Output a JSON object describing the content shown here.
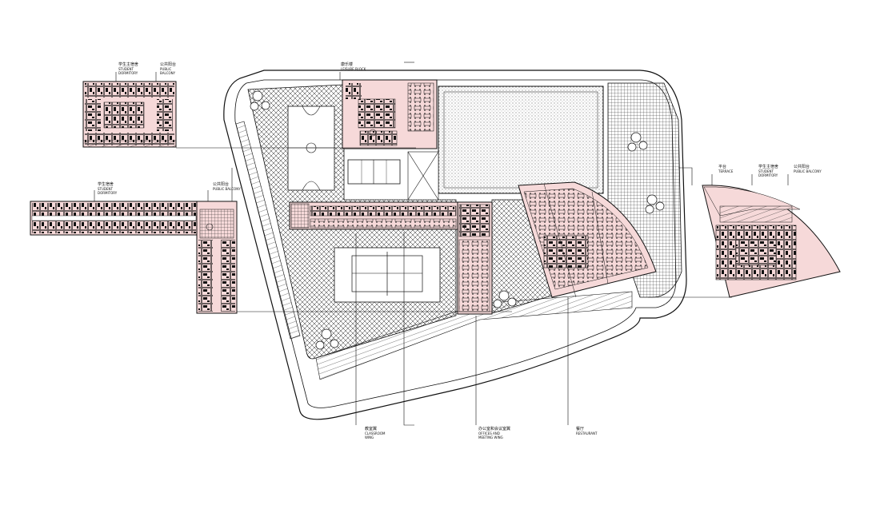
{
  "labels": {
    "student_dorm_cn": "学生主宿舍",
    "student_dorm_en": "STUDENT",
    "student_dorm_en2": "DORMITORY",
    "public_balcony_cn": "公共阳台",
    "public_balcony_en": "PUBLIC",
    "public_balcony_en2": "BALCONY",
    "leisure_cn": "康乐楼",
    "leisure_en": "LEISURE BLOCK",
    "dorm2_cn": "学生宿舍",
    "dorm2_en": "STUDENT",
    "dorm2_en2": "DORMITORY",
    "balcony2_cn": "公共阳台",
    "balcony2_en": "PUBLIC BALCONY",
    "terrace_cn": "平台",
    "terrace_en": "TERRACE",
    "dorm3_cn": "学生主宿舍",
    "dorm3_en": "STUDENT",
    "dorm3_en2": "DORMITORY",
    "balcony3_cn": "公共阳台",
    "balcony3_en": "PUBLIC BALCONY",
    "classroom_cn": "教室翼",
    "classroom_en": "CLASSROOM",
    "classroom_en2": "WING",
    "offices_cn": "办公室和会议室翼",
    "offices_en": "OFFICES AND",
    "offices_en2": "MEETING WING",
    "restaurant_cn": "餐厅",
    "restaurant_en": "RESTAURANT"
  },
  "colors": {
    "line": "#111111",
    "pink": "#f6d9d9",
    "paper": "#ffffff"
  }
}
